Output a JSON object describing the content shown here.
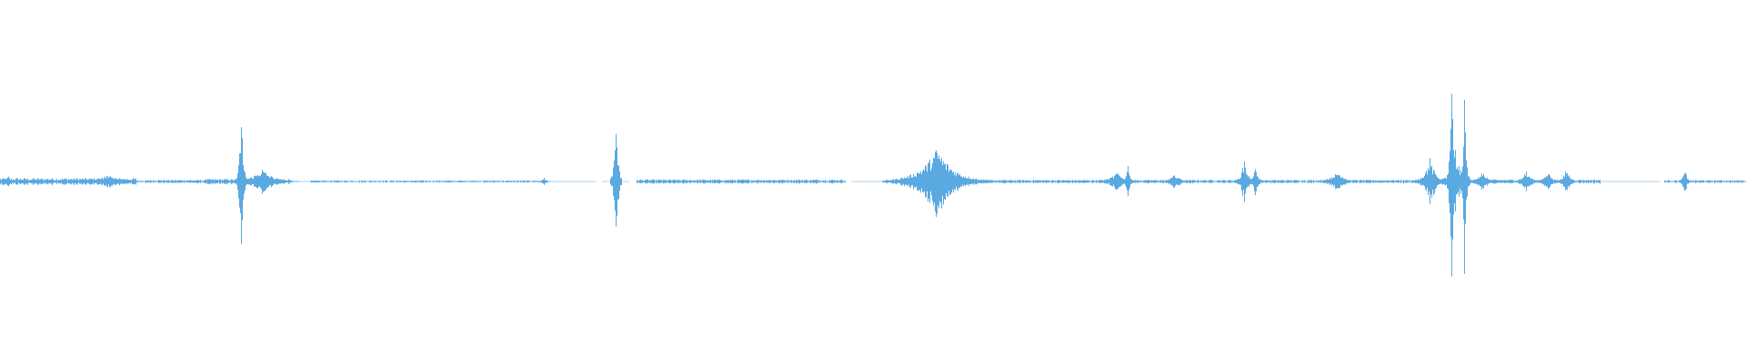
{
  "waveform": {
    "color": "#5aa9e0",
    "background": "#ffffff",
    "duration_units": 1920,
    "amplitude_range": [
      -1,
      1
    ],
    "segments": [
      {
        "start": 0,
        "end": 150,
        "amp": 0.02
      },
      {
        "start": 160,
        "end": 230,
        "amp": 0.01
      },
      {
        "start": 225,
        "end": 320,
        "amp": 0.015
      },
      {
        "start": 340,
        "end": 600,
        "amp": 0.006
      },
      {
        "start": 700,
        "end": 930,
        "amp": 0.012
      },
      {
        "start": 990,
        "end": 1070,
        "amp": 0.02
      },
      {
        "start": 1070,
        "end": 1380,
        "amp": 0.01
      },
      {
        "start": 1390,
        "end": 1560,
        "amp": 0.01
      },
      {
        "start": 1560,
        "end": 1760,
        "amp": 0.012
      },
      {
        "start": 1830,
        "end": 1920,
        "amp": 0.008
      }
    ],
    "bursts": [
      {
        "pos": 8,
        "amp": 0.05,
        "width": 4
      },
      {
        "pos": 118,
        "amp": 0.04,
        "width": 28
      },
      {
        "pos": 265,
        "amp": 0.55,
        "width": 3
      },
      {
        "pos": 288,
        "amp": 0.08,
        "width": 20
      },
      {
        "pos": 598,
        "amp": 0.03,
        "width": 4
      },
      {
        "pos": 677,
        "amp": 0.58,
        "width": 3
      },
      {
        "pos": 1030,
        "amp": 0.22,
        "width": 30
      },
      {
        "pos": 1228,
        "amp": 0.06,
        "width": 14
      },
      {
        "pos": 1240,
        "amp": 0.1,
        "width": 4
      },
      {
        "pos": 1292,
        "amp": 0.05,
        "width": 10
      },
      {
        "pos": 1368,
        "amp": 0.15,
        "width": 6
      },
      {
        "pos": 1380,
        "amp": 0.08,
        "width": 6
      },
      {
        "pos": 1470,
        "amp": 0.06,
        "width": 14
      },
      {
        "pos": 1572,
        "amp": 0.15,
        "width": 10
      },
      {
        "pos": 1596,
        "amp": 0.7,
        "width": 3
      },
      {
        "pos": 1600,
        "amp": 0.2,
        "width": 10
      },
      {
        "pos": 1610,
        "amp": 0.55,
        "width": 3
      },
      {
        "pos": 1630,
        "amp": 0.06,
        "width": 10
      },
      {
        "pos": 1678,
        "amp": 0.07,
        "width": 8
      },
      {
        "pos": 1702,
        "amp": 0.06,
        "width": 8
      },
      {
        "pos": 1722,
        "amp": 0.09,
        "width": 6
      },
      {
        "pos": 1852,
        "amp": 0.1,
        "width": 4
      }
    ]
  }
}
